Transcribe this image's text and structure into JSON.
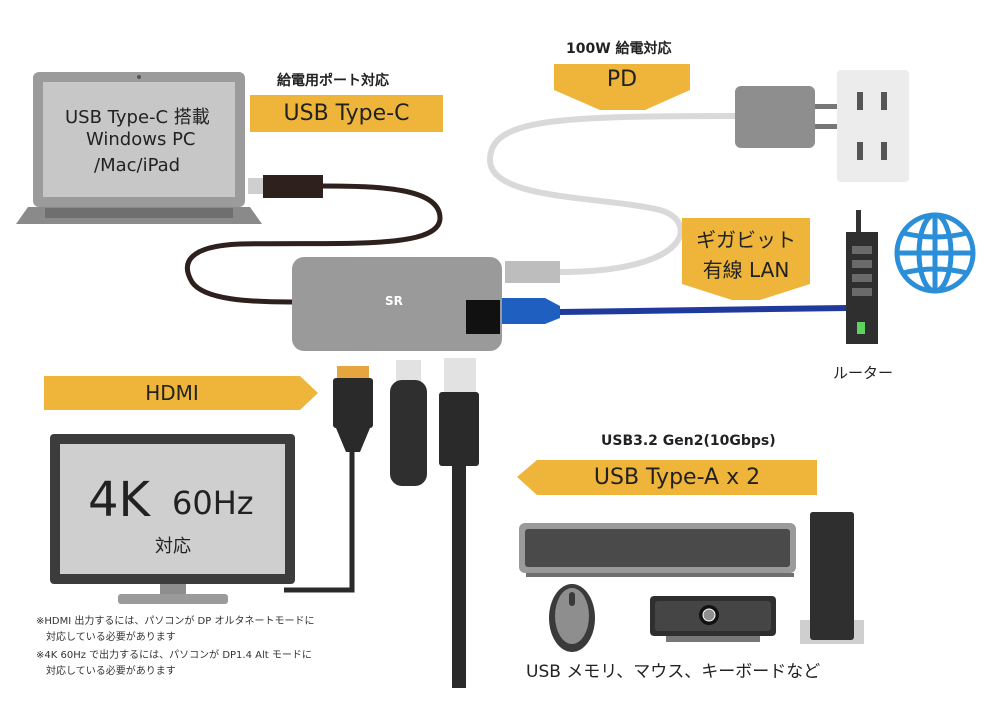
{
  "colors": {
    "banner": "#eeb53a",
    "pc_cable": "#2d201d",
    "lan_cable": "#1f3a9c",
    "pd_cable": "#d9d9d9",
    "globe": "#2a8fd8",
    "hub": "#9a9a9a",
    "device": "#3a3a3a"
  },
  "laptop": {
    "line1": "USB Type-C 搭載",
    "line2": "Windows PC",
    "line3": "/Mac/iPad"
  },
  "usbc": {
    "heading": "給電用ポート対応",
    "banner": "USB Type-C"
  },
  "pd": {
    "heading": "100W 給電対応",
    "banner": "PD"
  },
  "lan": {
    "line1": "ギガビット",
    "line2": "有線 LAN"
  },
  "router": {
    "label": "ルーター"
  },
  "hdmi": {
    "banner": "HDMI"
  },
  "monitor": {
    "res": "4K",
    "hz": "60Hz",
    "sub": "対応"
  },
  "usba": {
    "heading": "USB3.2 Gen2(10Gbps)",
    "banner": "USB Type-A x 2"
  },
  "peripherals": {
    "label": "USB メモリ、マウス、キーボードなど"
  },
  "hub": {
    "logo": "SR"
  },
  "notes": {
    "line1": "※HDMI 出力するには、パソコンが DP オルタネートモードに",
    "line2": "対応している必要があります",
    "line3": "※4K 60Hz で出力するには、パソコンが DP1.4 Alt モードに",
    "line4": "対応している必要があります"
  }
}
